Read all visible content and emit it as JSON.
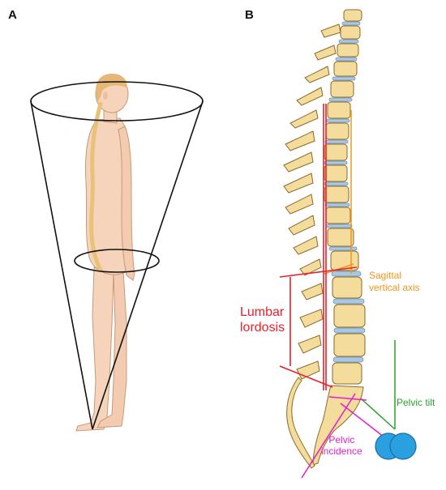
{
  "panels": [
    {
      "letter": "A"
    },
    {
      "letter": "B"
    }
  ],
  "labels": {
    "lumbar_lordosis": [
      "Lumbar",
      "lordosis"
    ],
    "sagittal_vertical_axis": [
      "Sagittal",
      "vertical axis"
    ],
    "pelvic_tilt": "Pelvic tilt",
    "pelvic_incidence": [
      "Pelvic",
      "incidence"
    ]
  },
  "colors": {
    "bone": "#f3dc9c",
    "bone_outline": "#8a6a2a",
    "disc": "#a9c8e3",
    "skin": "#f6d4bb",
    "spinal_cord": "#e9c27a",
    "red": "#e8202a",
    "orange": "#f0961e",
    "green": "#2ca02c",
    "magenta": "#e020c8",
    "femoral_head": "#2aa0e0"
  }
}
